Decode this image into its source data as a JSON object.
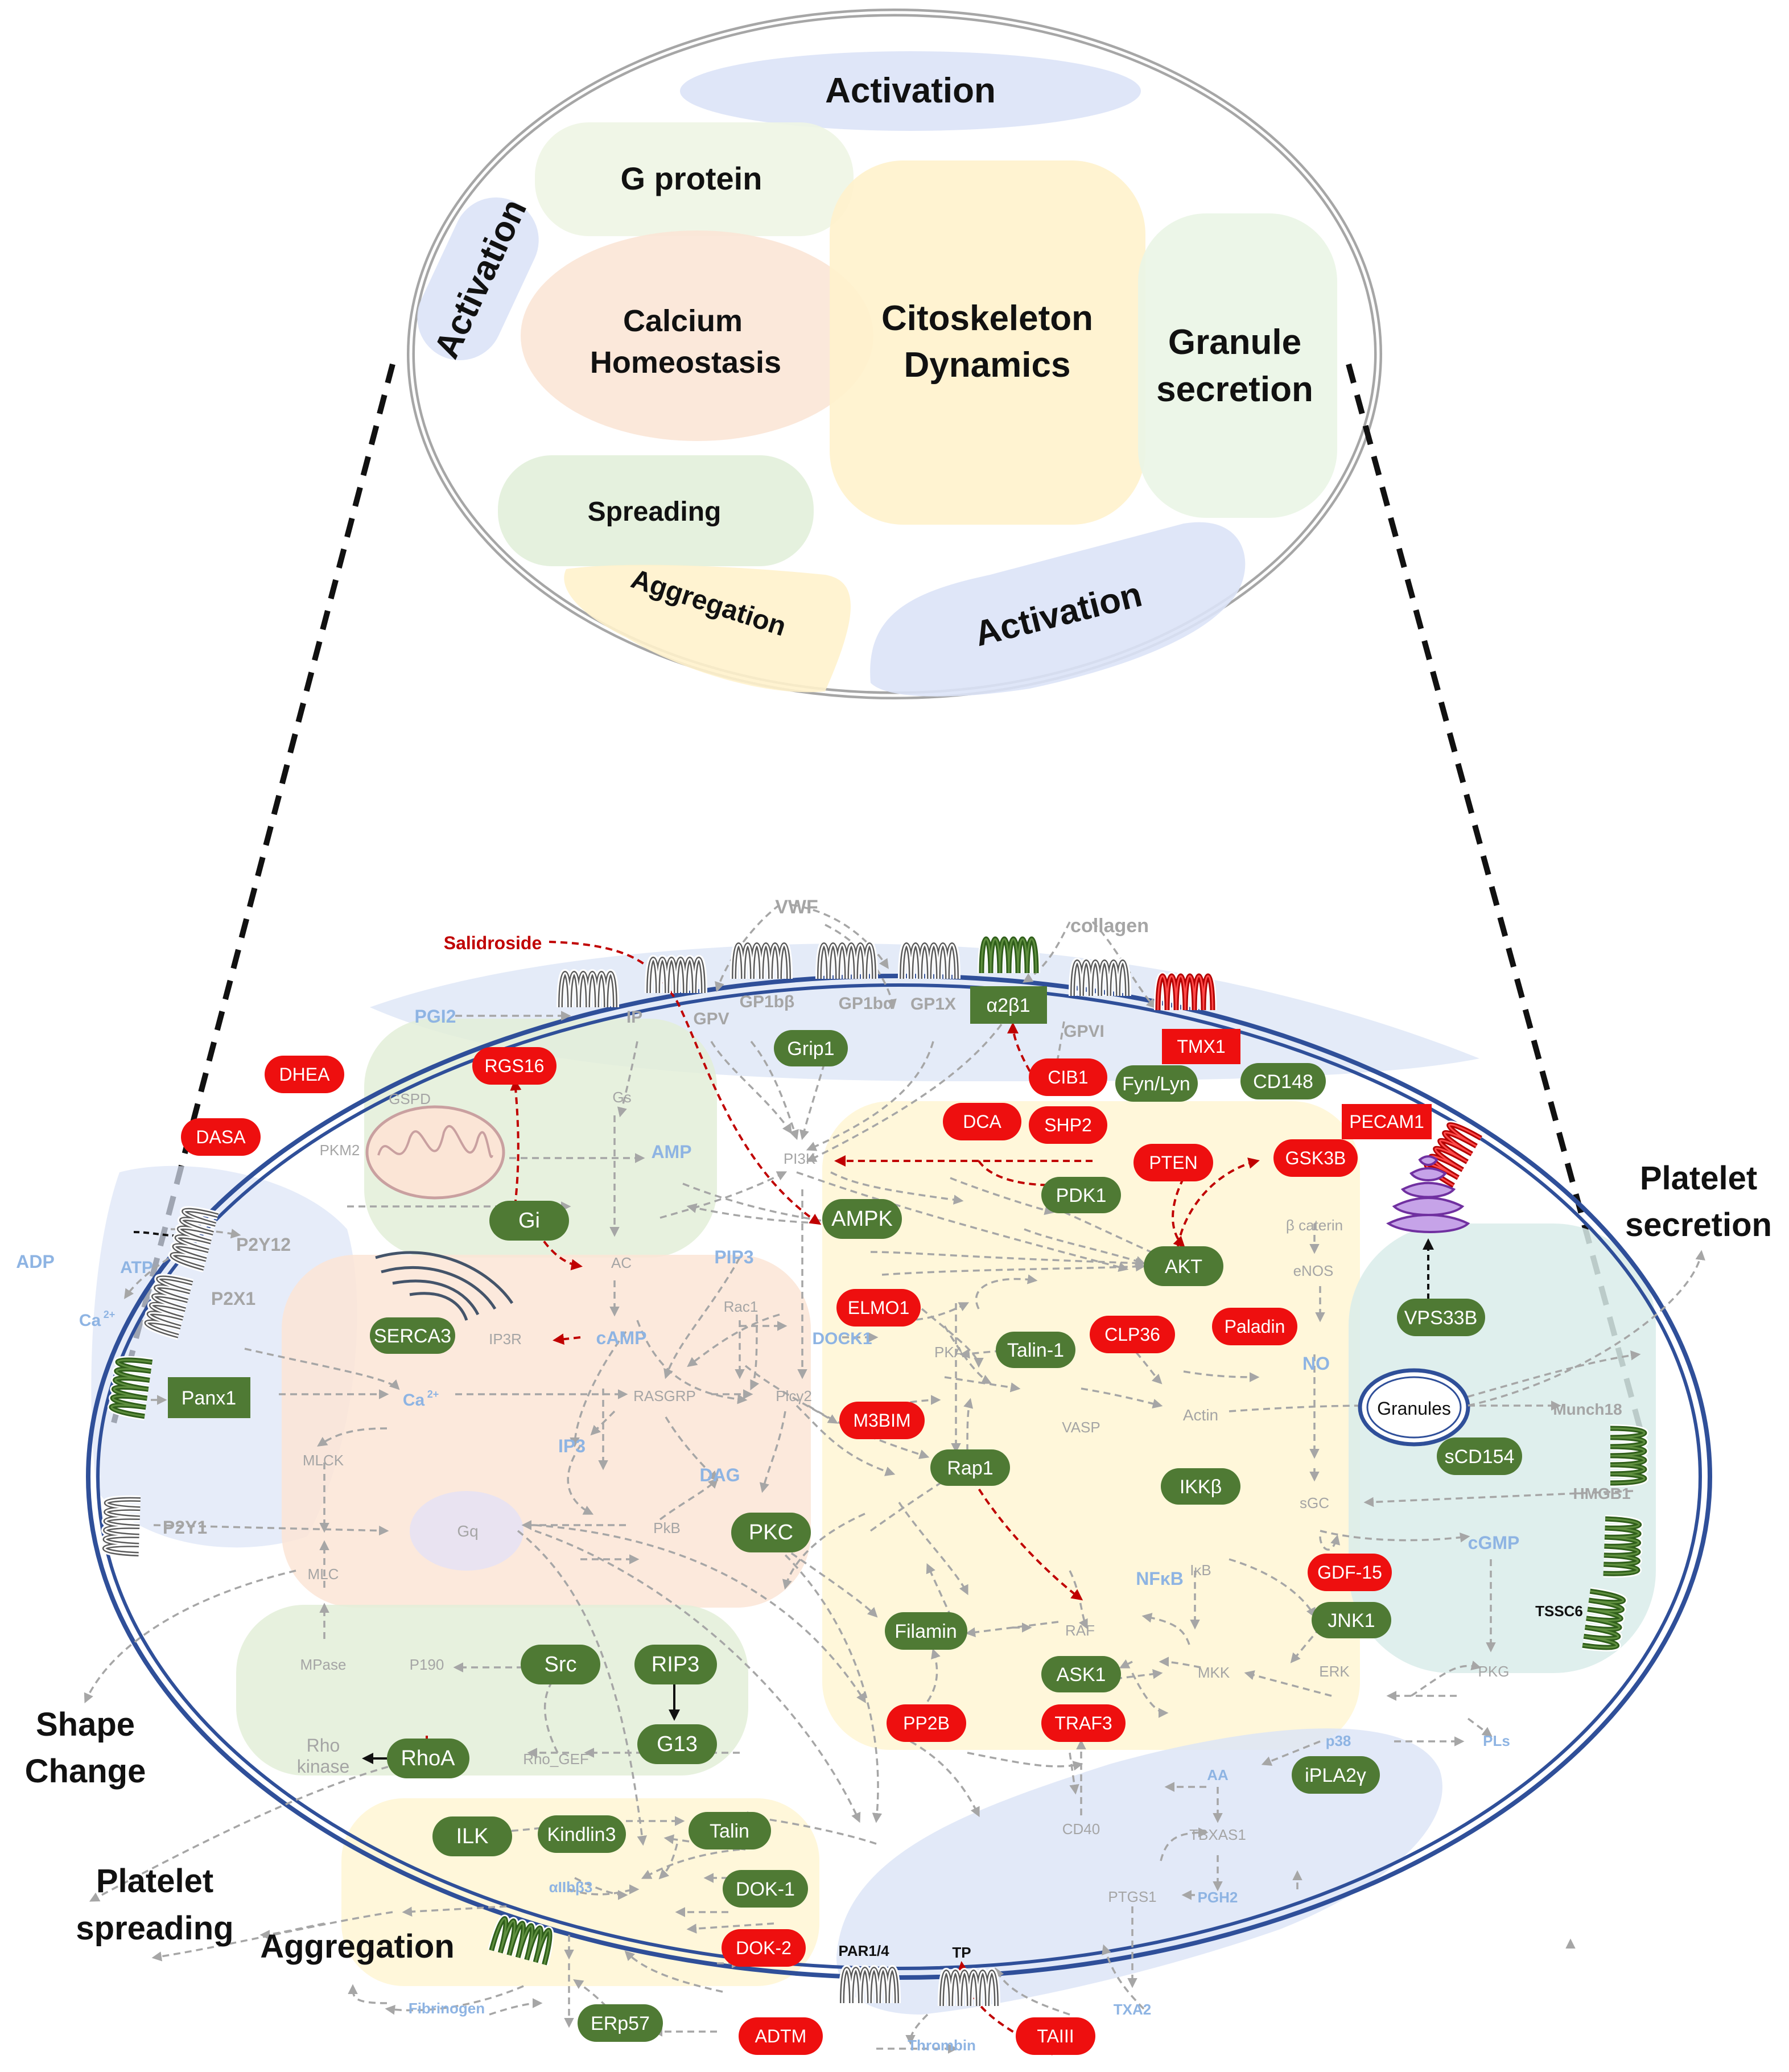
{
  "colors": {
    "green": "#4f7a34",
    "red": "#ee0f0f",
    "membrane": "#2f4f99",
    "gray_text": "#a5a5a5",
    "blue_text": "#8eb4e3",
    "dark_red_text": "#c00000",
    "region_blue": "#dbe4f6",
    "region_green": "#e3eed8",
    "region_orange": "#fbe5d6",
    "region_yellow": "#fff6d6",
    "region_teal": "#d9ecea",
    "region_purple": "#e7e2f3"
  },
  "overview": {
    "activation_top": "Activation",
    "activation_left": "Activation",
    "activation_bottom": "Activation",
    "g_protein": "G protein",
    "calcium_1": "Calcium",
    "calcium_2": "Homeostasis",
    "cyto_1": "Citoskeleton",
    "cyto_2": "Dynamics",
    "granule_1": "Granule",
    "granule_2": "secretion",
    "spreading": "Spreading",
    "aggregation": "Aggregation"
  },
  "outcomes": {
    "platelet_secretion_1": "Platelet",
    "platelet_secretion_2": "secretion",
    "shape_change_1": "Shape",
    "shape_change_2": "Change",
    "platelet_spreading_1": "Platelet",
    "platelet_spreading_2": "spreading",
    "aggregation": "Aggregation"
  },
  "receptors": {
    "panx1": "Panx1",
    "a2b1": "α2β1",
    "tmx1": "TMX1",
    "pecam1": "PECAM1",
    "par14": "PAR1/4",
    "tp": "TP",
    "tssc6": "TSSC6"
  },
  "green_nodes": {
    "grip1": "Grip1",
    "fynlyn": "Fyn/Lyn",
    "cd148": "CD148",
    "gi": "Gi",
    "serca3": "SERCA3",
    "ampk": "AMPK",
    "pdk1": "PDK1",
    "akt": "AKT",
    "talin1": "Talin-1",
    "rap1": "Rap1",
    "pkc": "PKC",
    "ikkb": "IKKβ",
    "jnk1": "JNK1",
    "filamin": "Filamin",
    "ask1": "ASK1",
    "src": "Src",
    "rip3": "RIP3",
    "g13": "G13",
    "rhoa": "RhoA",
    "ilk": "ILK",
    "kindlin3": "Kindlin3",
    "talin": "Talin",
    "dok1": "DOK-1",
    "erp57": "ERp57",
    "vps33b": "VPS33B",
    "scd154": "sCD154",
    "ipla2y": "iPLA2γ"
  },
  "red_nodes": {
    "dhea": "DHEA",
    "dasa": "DASA",
    "rgs16": "RGS16",
    "cib1": "CIB1",
    "dca": "DCA",
    "shp2": "SHP2",
    "pten": "PTEN",
    "gsk3b": "GSK3B",
    "elmo1": "ELMO1",
    "clp36": "CLP36",
    "paladin": "Paladin",
    "m3bim": "M3BIM",
    "gdf15": "GDF-15",
    "pp2b": "PP2B",
    "traf3": "TRAF3",
    "dok2": "DOK-2",
    "adtm": "ADTM",
    "taiii": "TAIII"
  },
  "gray_labels": {
    "vwf": "VWF",
    "collagen": "collagen",
    "ip": "IP",
    "gpv": "GPV",
    "gp1bb": "GP1bβ",
    "gp1ba": "GP1bα",
    "gp1x": "GP1X",
    "gpvi": "GPVI",
    "gspd": "GSPD",
    "gs": "Gs",
    "pkm2": "PKM2",
    "pi3k": "PI3K",
    "ac": "AC",
    "ip3r": "IP3R",
    "rac1": "Rac1",
    "rasgrp": "RASGRP",
    "plcy2": "Plcγ2",
    "pka": "PKA",
    "vasp": "VASP",
    "actin": "Actin",
    "bcatenin": "β caterin",
    "enos": "eNOS",
    "p2y12": "P2Y12",
    "p2x1": "P2X1",
    "p2y1": "P2Y1",
    "mlck": "MLCK",
    "mlc": "MLC",
    "gq": "Gq",
    "pkb": "PkB",
    "mpase": "MPase",
    "p190": "P190",
    "rho_kinase_1": "Rho",
    "rho_kinase_2": "kinase",
    "rho_gef": "Rho_GEF",
    "raf": "RAF",
    "ikb": "IκB",
    "mkk": "MKK",
    "erk": "ERK",
    "sgc": "sGC",
    "hmgb1": "HMGB1",
    "munch18": "Munch18",
    "pkg": "PKG",
    "cd40": "CD40",
    "tbxas1": "TBXAS1",
    "ptgs1": "PTGS1",
    "granules": "Granules"
  },
  "blue_labels": {
    "pgi2": "PGI2",
    "adp": "ADP",
    "atp": "ATP",
    "ca_out": "Ca",
    "ca_in": "Ca",
    "superscript": "2+",
    "amp": "AMP",
    "pip3": "PIP3",
    "camp": "cAMP",
    "dock1": "DOCK1",
    "ip3": "IP3",
    "dag": "DAG",
    "no": "NO",
    "cgmp": "cGMP",
    "nfkb": "NFκB",
    "p38": "p38",
    "pls": "PLs",
    "aa": "AA",
    "pgh2": "PGH2",
    "txa2": "TXA2",
    "aiibb3": "αIIbβ3",
    "fibrinogen": "Fibrinogen",
    "thrombin": "Thrombin"
  },
  "salidroside": "Salidroside"
}
